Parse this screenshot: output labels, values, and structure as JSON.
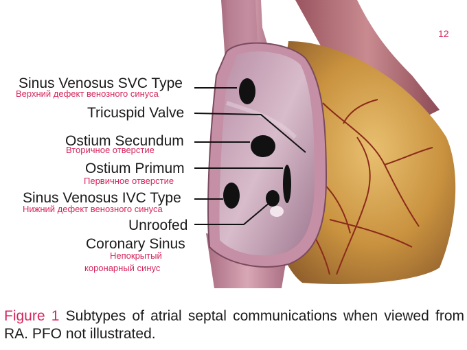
{
  "page_number": "12",
  "labels": {
    "svc": {
      "en": "Sinus Venosus SVC Type",
      "ru": "Верхний дефект венозного синуса"
    },
    "tricuspid": {
      "en": "Tricuspid Valve"
    },
    "secundum": {
      "en": "Ostium Secundum",
      "ru": "Вторичное отверстие"
    },
    "primum": {
      "en": "Ostium Primum",
      "ru": "Первичное отверстие"
    },
    "ivc": {
      "en": "Sinus Venosus IVC Type",
      "ru": "Нижний дефект венозного синуса"
    },
    "unroofed": {
      "en": "Unroofed"
    },
    "coronary": {
      "en": "Coronary Sinus",
      "ru_line1": "Непокрытый",
      "ru_line2": "коронарный синус"
    }
  },
  "caption": {
    "figure_label": "Figure 1",
    "text": "Subtypes of atrial septal communications when viewed from RA. PFO not illustrated."
  },
  "colors": {
    "russian_text": "#d6245c",
    "figure_label": "#d6245c",
    "heart_tissue": "#d9a458",
    "atrium_wall": "#c58fa5",
    "defect": "#111111"
  }
}
